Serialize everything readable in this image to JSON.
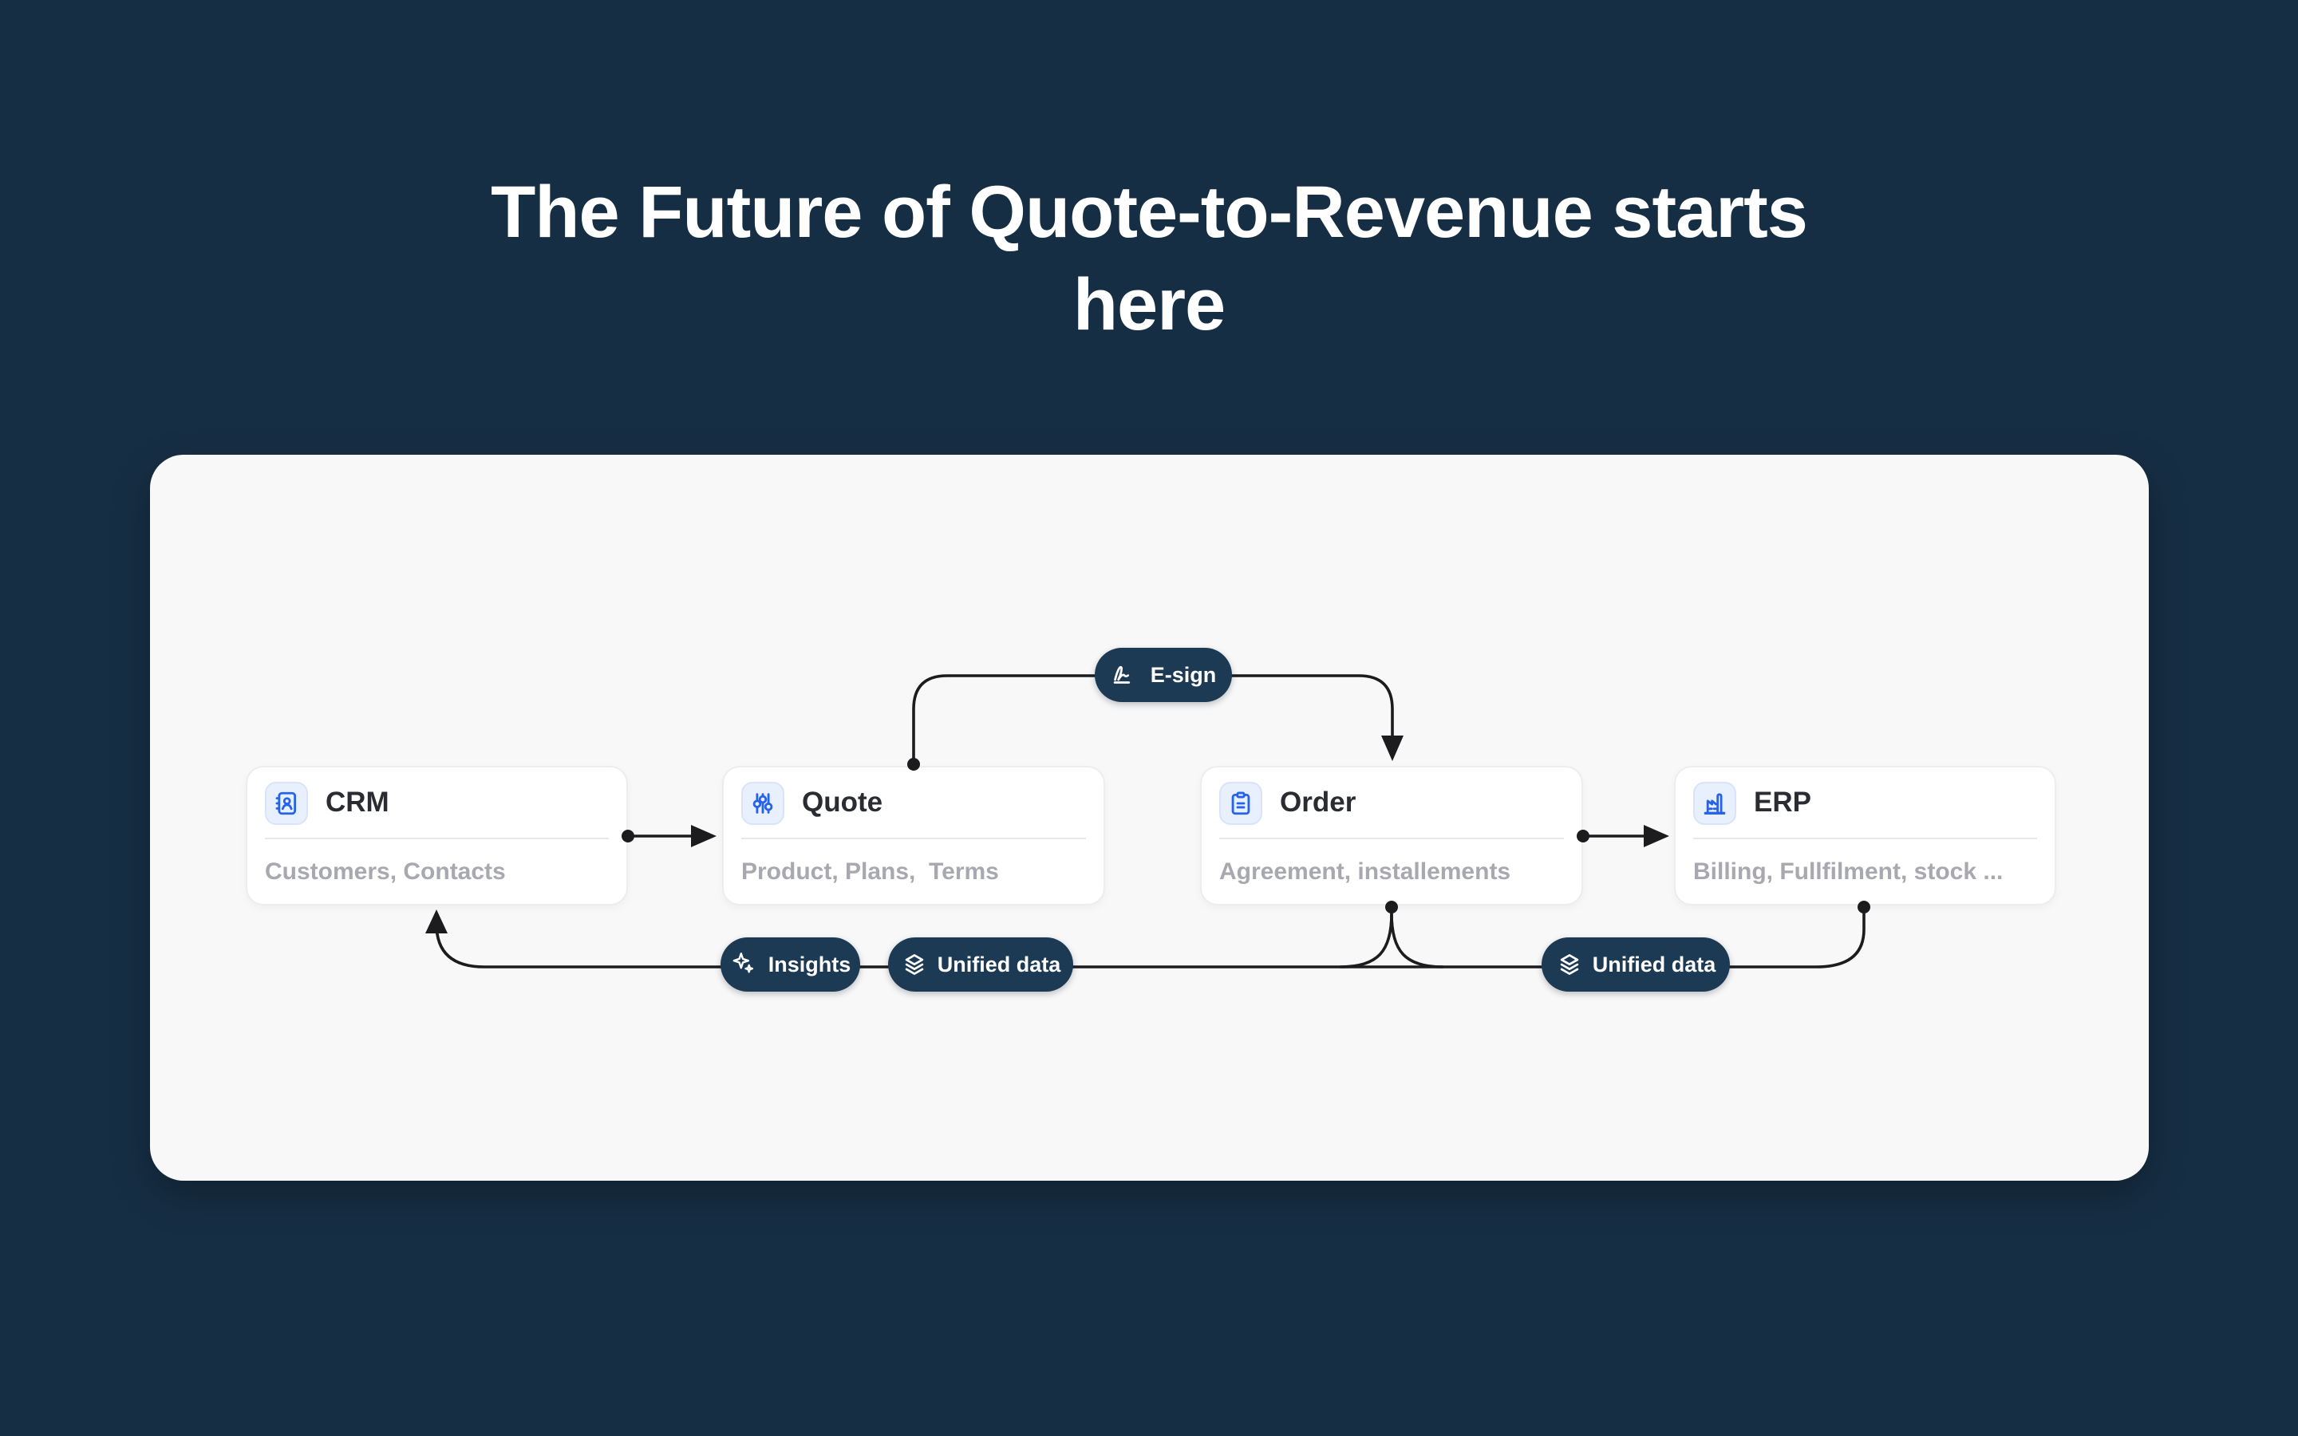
{
  "title": {
    "line1": "The Future of Quote-to-Revenue starts",
    "line2": "here",
    "full": "The Future of Quote-to-Revenue starts here"
  },
  "cards": [
    {
      "id": "crm",
      "title": "CRM",
      "subtitle": "Customers, Contacts",
      "icon": "address-book-icon"
    },
    {
      "id": "quote",
      "title": "Quote",
      "subtitle": "Product, Plans,  Terms",
      "icon": "sliders-icon"
    },
    {
      "id": "order",
      "title": "Order",
      "subtitle": "Agreement, installements",
      "icon": "clipboard-icon"
    },
    {
      "id": "erp",
      "title": "ERP",
      "subtitle": "Billing, Fullfilment, stock ...",
      "icon": "factory-icon"
    }
  ],
  "pills": [
    {
      "id": "esign",
      "label": "E-sign",
      "icon": "signature-icon"
    },
    {
      "id": "insights",
      "label": "Insights",
      "icon": "sparkles-icon"
    },
    {
      "id": "unified-data-1",
      "label": "Unified data",
      "icon": "layers-icon"
    },
    {
      "id": "unified-data-2",
      "label": "Unified data",
      "icon": "layers-icon"
    }
  ],
  "connections": [
    {
      "from": "CRM",
      "to": "Quote",
      "style": "dot-to-arrow"
    },
    {
      "from": "Quote",
      "to": "Order",
      "style": "dot-to-arrow",
      "via": "E-sign"
    },
    {
      "from": "Order",
      "to": "ERP",
      "style": "dot-to-arrow"
    },
    {
      "from": "Order",
      "to": "CRM",
      "style": "dot-to-arrow",
      "via": "Unified data, Insights"
    },
    {
      "from": "ERP",
      "to": "CRM",
      "style": "dot-to-arrow",
      "via": "Unified data, Insights"
    }
  ],
  "colors": {
    "background": "#162e44",
    "panel": "#f8f8f8",
    "card": "#ffffff",
    "pill": "#1c3a54",
    "accent_blue": "#2563eb",
    "icon_tile": "#e8effd",
    "connector_line": "#1c1c1e",
    "title_text": "#ffffff",
    "card_title_text": "#2a2c31",
    "card_subtitle_text": "#a8a8b0"
  }
}
